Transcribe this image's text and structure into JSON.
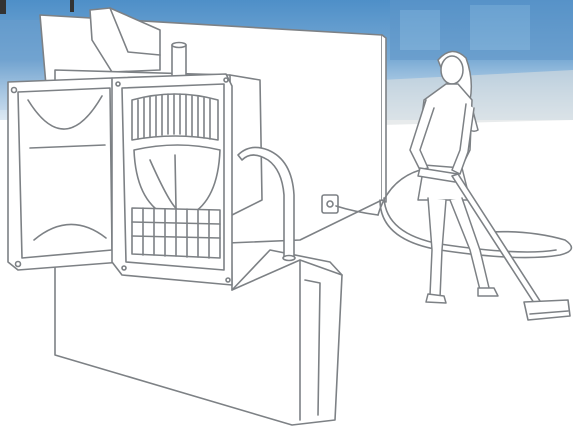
{
  "scene": {
    "colors": {
      "sky_top": "#4e8fc8",
      "sky_bottom": "#a8c8e2",
      "ground": "#eef0f2",
      "line": "#7d8185",
      "fill": "#ffffff",
      "cable": "#8a8e92"
    },
    "elements": [
      "built-in-vacuum-central-unit",
      "open-access-door",
      "filter-cartridge-grid",
      "wall-inlet-outlet",
      "vacuum-hose",
      "woman-vacuuming",
      "floor-nozzle"
    ]
  }
}
